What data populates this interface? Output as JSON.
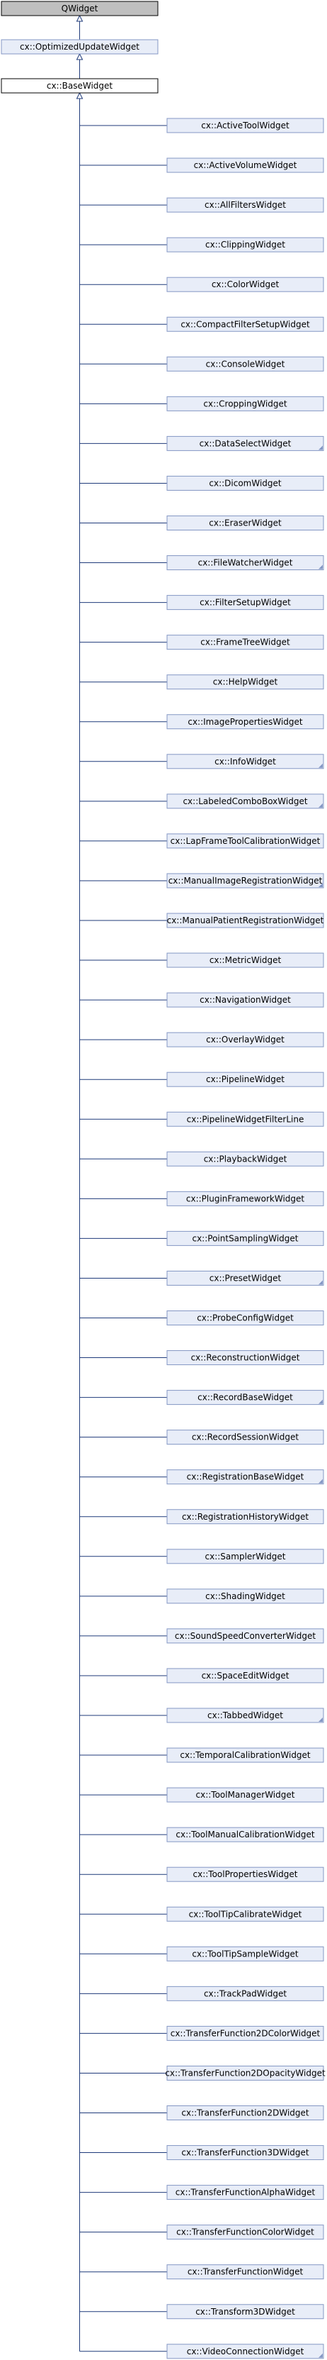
{
  "diagram": {
    "root": {
      "label": "QWidget"
    },
    "parent": {
      "label": "cx::OptimizedUpdateWidget"
    },
    "base": {
      "label": "cx::BaseWidget"
    },
    "children": [
      {
        "label": "cx::ActiveToolWidget",
        "has_more": false
      },
      {
        "label": "cx::ActiveVolumeWidget",
        "has_more": false
      },
      {
        "label": "cx::AllFiltersWidget",
        "has_more": false
      },
      {
        "label": "cx::ClippingWidget",
        "has_more": false
      },
      {
        "label": "cx::ColorWidget",
        "has_more": false
      },
      {
        "label": "cx::CompactFilterSetupWidget",
        "has_more": false
      },
      {
        "label": "cx::ConsoleWidget",
        "has_more": false
      },
      {
        "label": "cx::CroppingWidget",
        "has_more": false
      },
      {
        "label": "cx::DataSelectWidget",
        "has_more": true
      },
      {
        "label": "cx::DicomWidget",
        "has_more": false
      },
      {
        "label": "cx::EraserWidget",
        "has_more": false
      },
      {
        "label": "cx::FileWatcherWidget",
        "has_more": true
      },
      {
        "label": "cx::FilterSetupWidget",
        "has_more": false
      },
      {
        "label": "cx::FrameTreeWidget",
        "has_more": false
      },
      {
        "label": "cx::HelpWidget",
        "has_more": false
      },
      {
        "label": "cx::ImagePropertiesWidget",
        "has_more": false
      },
      {
        "label": "cx::InfoWidget",
        "has_more": true
      },
      {
        "label": "cx::LabeledComboBoxWidget",
        "has_more": true
      },
      {
        "label": "cx::LapFrameToolCalibrationWidget",
        "has_more": false
      },
      {
        "label": "cx::ManualImageRegistrationWidget",
        "has_more": true
      },
      {
        "label": "cx::ManualPatientRegistrationWidget",
        "has_more": false
      },
      {
        "label": "cx::MetricWidget",
        "has_more": false
      },
      {
        "label": "cx::NavigationWidget",
        "has_more": false
      },
      {
        "label": "cx::OverlayWidget",
        "has_more": false
      },
      {
        "label": "cx::PipelineWidget",
        "has_more": false
      },
      {
        "label": "cx::PipelineWidgetFilterLine",
        "has_more": false
      },
      {
        "label": "cx::PlaybackWidget",
        "has_more": false
      },
      {
        "label": "cx::PluginFrameworkWidget",
        "has_more": false
      },
      {
        "label": "cx::PointSamplingWidget",
        "has_more": false
      },
      {
        "label": "cx::PresetWidget",
        "has_more": true
      },
      {
        "label": "cx::ProbeConfigWidget",
        "has_more": false
      },
      {
        "label": "cx::ReconstructionWidget",
        "has_more": false
      },
      {
        "label": "cx::RecordBaseWidget",
        "has_more": true
      },
      {
        "label": "cx::RecordSessionWidget",
        "has_more": false
      },
      {
        "label": "cx::RegistrationBaseWidget",
        "has_more": true
      },
      {
        "label": "cx::RegistrationHistoryWidget",
        "has_more": false
      },
      {
        "label": "cx::SamplerWidget",
        "has_more": false
      },
      {
        "label": "cx::ShadingWidget",
        "has_more": false
      },
      {
        "label": "cx::SoundSpeedConverterWidget",
        "has_more": false
      },
      {
        "label": "cx::SpaceEditWidget",
        "has_more": false
      },
      {
        "label": "cx::TabbedWidget",
        "has_more": true
      },
      {
        "label": "cx::TemporalCalibrationWidget",
        "has_more": false
      },
      {
        "label": "cx::ToolManagerWidget",
        "has_more": false
      },
      {
        "label": "cx::ToolManualCalibrationWidget",
        "has_more": false
      },
      {
        "label": "cx::ToolPropertiesWidget",
        "has_more": false
      },
      {
        "label": "cx::ToolTipCalibrateWidget",
        "has_more": false
      },
      {
        "label": "cx::ToolTipSampleWidget",
        "has_more": false
      },
      {
        "label": "cx::TrackPadWidget",
        "has_more": false
      },
      {
        "label": "cx::TransferFunction2DColorWidget",
        "has_more": false
      },
      {
        "label": "cx::TransferFunction2DOpacityWidget",
        "has_more": false
      },
      {
        "label": "cx::TransferFunction2DWidget",
        "has_more": false
      },
      {
        "label": "cx::TransferFunction3DWidget",
        "has_more": false
      },
      {
        "label": "cx::TransferFunctionAlphaWidget",
        "has_more": false
      },
      {
        "label": "cx::TransferFunctionColorWidget",
        "has_more": false
      },
      {
        "label": "cx::TransferFunctionWidget",
        "has_more": false
      },
      {
        "label": "cx::Transform3DWidget",
        "has_more": false
      },
      {
        "label": "cx::VideoConnectionWidget",
        "has_more": true
      }
    ]
  },
  "colors": {
    "root_fill": "#bfbfbf",
    "linked_fill": "#e8edf8",
    "linked_border": "#8497c4",
    "base_fill": "#ffffff",
    "base_border": "#000000",
    "edge": "#1f3a7a",
    "more_marker": "#8497c4",
    "text": "#000000"
  }
}
